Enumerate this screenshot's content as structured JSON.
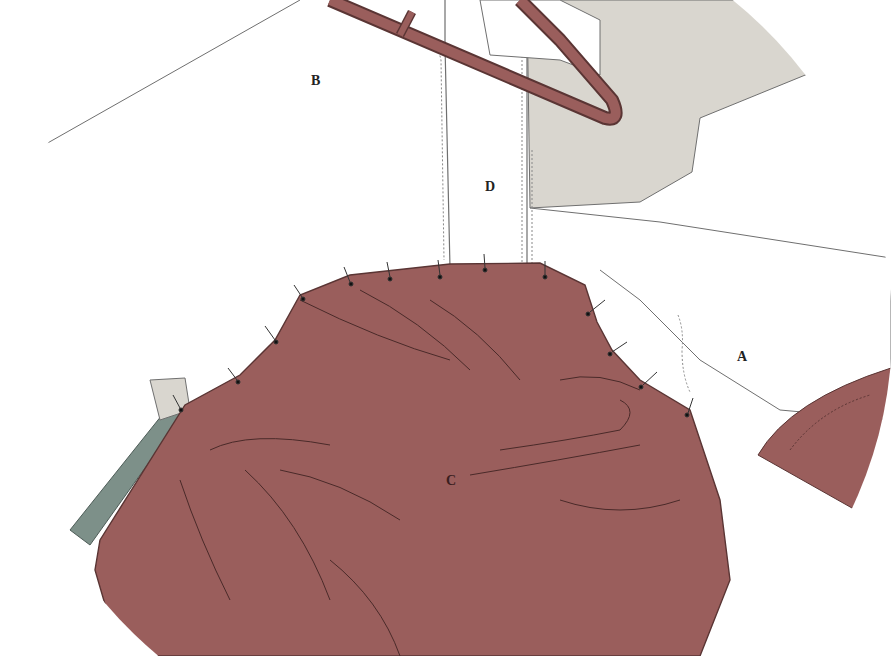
{
  "diagram": {
    "labels": [
      "B",
      "D",
      "A",
      "C"
    ]
  }
}
